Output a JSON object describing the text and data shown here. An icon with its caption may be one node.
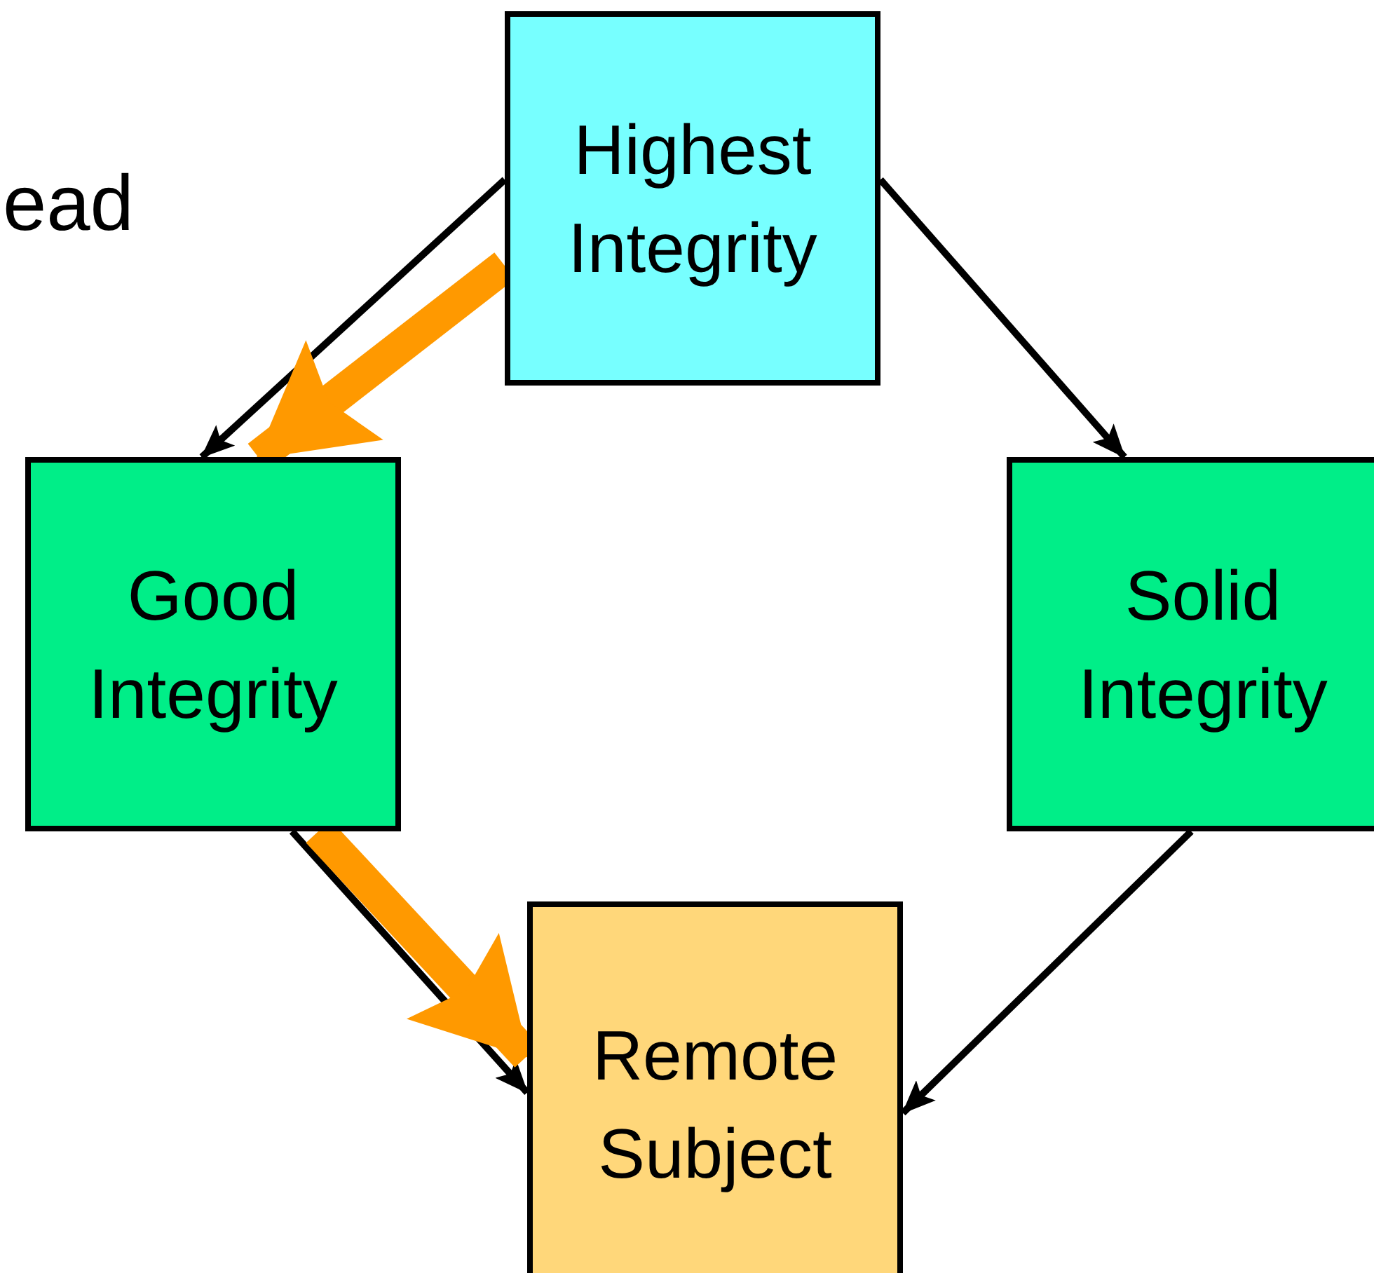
{
  "diagram": {
    "nodes": [
      {
        "text": [
          "Highest Integrity"
        ]
      },
      {
        "text": [
          "Good Integrity"
        ]
      },
      {
        "text": [
          "Solid Integrity"
        ]
      },
      {
        "text": [
          "Remote Subject"
        ]
      }
    ],
    "edges": [
      {
        "from": 0,
        "to": 1,
        "arrow": "to"
      },
      {
        "from": 0,
        "to": 2,
        "arrow": "to"
      },
      {
        "from": 1,
        "to": 3,
        "arrow": "to"
      },
      {
        "from": 2,
        "to": 3,
        "arrow": "to"
      },
      {
        "from": 0,
        "to": 1,
        "arrow": "to",
        "style": "thick",
        "color": "#ff9900"
      },
      {
        "from": 1,
        "to": 3,
        "arrow": "to",
        "style": "thick",
        "color": "#ff9900"
      }
    ],
    "labels": [
      "ead"
    ]
  }
}
